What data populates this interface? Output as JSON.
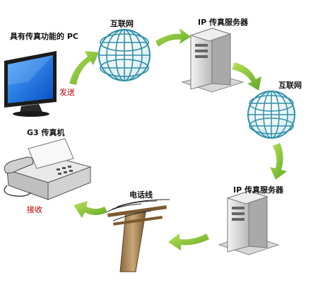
{
  "labels": {
    "pc": "具有传真功能的 PC",
    "send": "发送",
    "internet_top": "互联网",
    "ip_server_top": "IP 传真服务器",
    "internet_right": "互联网",
    "ip_server_bottom": "IP 传真服务器",
    "phone_line": "电话线",
    "g3_fax": "G3 传真机",
    "receive": "接收"
  },
  "colors": {
    "arrow": "#7fc12e",
    "globe": "#2f8fa8",
    "label_red": "#c00000"
  },
  "icons": [
    "computer-monitor-icon",
    "globe-icon",
    "server-tower-icon",
    "fax-machine-icon",
    "telephone-pole-icon"
  ]
}
